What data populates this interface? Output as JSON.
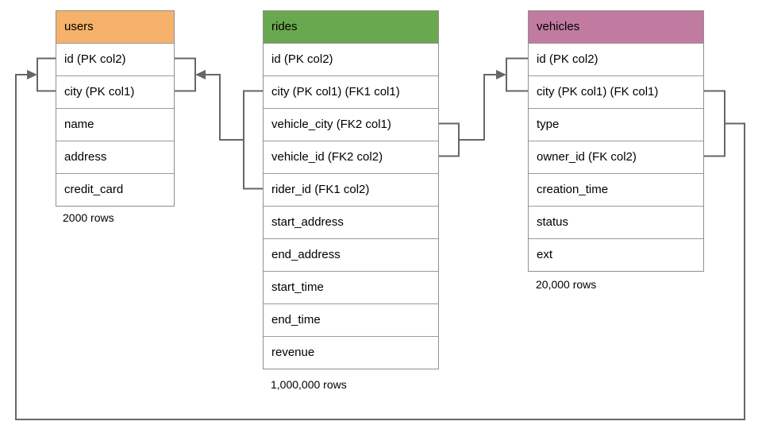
{
  "diagram": {
    "tables": [
      {
        "id": "users",
        "title": "users",
        "header_color": "#F6B26B",
        "columns": [
          "id (PK col2)",
          "city (PK col1)",
          "name",
          "address",
          "credit_card"
        ],
        "row_count_label": "2000 rows"
      },
      {
        "id": "rides",
        "title": "rides",
        "header_color": "#6AA84F",
        "columns": [
          "id (PK col2)",
          "city (PK col1) (FK1 col1)",
          "vehicle_city (FK2 col1)",
          "vehicle_id (FK2 col2)",
          "rider_id (FK1 col2)",
          "start_address",
          "end_address",
          "start_time",
          "end_time",
          "revenue"
        ],
        "row_count_label": "1,000,000 rows"
      },
      {
        "id": "vehicles",
        "title": "vehicles",
        "header_color": "#C27BA0",
        "columns": [
          "id (PK col2)",
          "city (PK col1) (FK col1)",
          "type",
          "owner_id (FK col2)",
          "creation_time",
          "status",
          "ext"
        ],
        "row_count_label": "20,000 rows"
      }
    ],
    "relationships": [
      {
        "name": "FK1",
        "from": "rides (city, rider_id)",
        "to": "users (city, id)"
      },
      {
        "name": "FK2",
        "from": "rides (vehicle_city, vehicle_id)",
        "to": "vehicles (city, id)"
      },
      {
        "name": "FK",
        "from": "vehicles (city, owner_id)",
        "to": "users (city, id)"
      }
    ],
    "line_color": "#666666",
    "border_color": "#9a9a9a"
  }
}
